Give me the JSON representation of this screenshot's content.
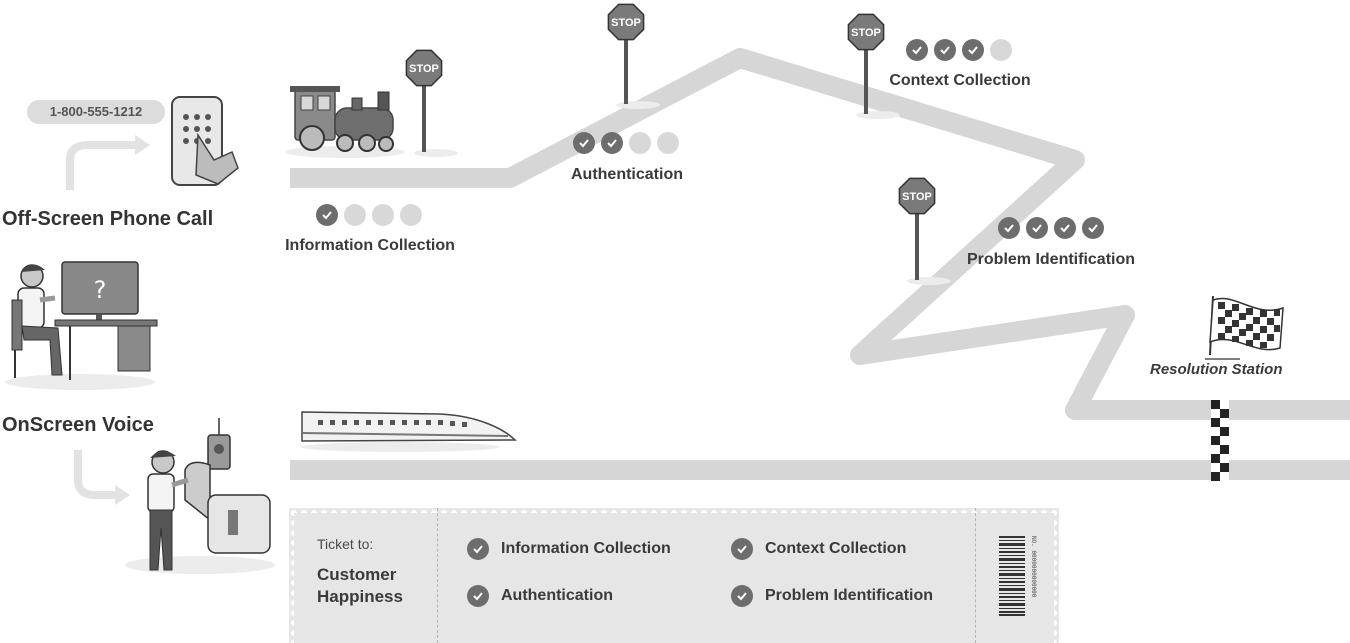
{
  "phone_number": "1-800-555-1212",
  "channels": {
    "off_screen": "Off-Screen Phone Call",
    "onscreen": "OnScreen Voice"
  },
  "stop_sign_text": "STOP",
  "stations": [
    {
      "label": "Information Collection",
      "checks": 1,
      "total": 4
    },
    {
      "label": "Authentication",
      "checks": 2,
      "total": 4
    },
    {
      "label": "Context Collection",
      "checks": 3,
      "total": 4
    },
    {
      "label": "Problem Identification",
      "checks": 4,
      "total": 4
    }
  ],
  "destination": "Resolution Station",
  "ticket": {
    "to_label": "Ticket to:",
    "destination": "Customer Happiness",
    "items": [
      "Information Collection",
      "Context Collection",
      "Authentication",
      "Problem Identification"
    ],
    "barcode_number": "NO. 0000000000000"
  },
  "colors": {
    "track": "#d6d6d6",
    "check_done": "#6d6d6d",
    "check_todo": "#d8d8d8",
    "ticket_bg": "#e6e6e6"
  }
}
